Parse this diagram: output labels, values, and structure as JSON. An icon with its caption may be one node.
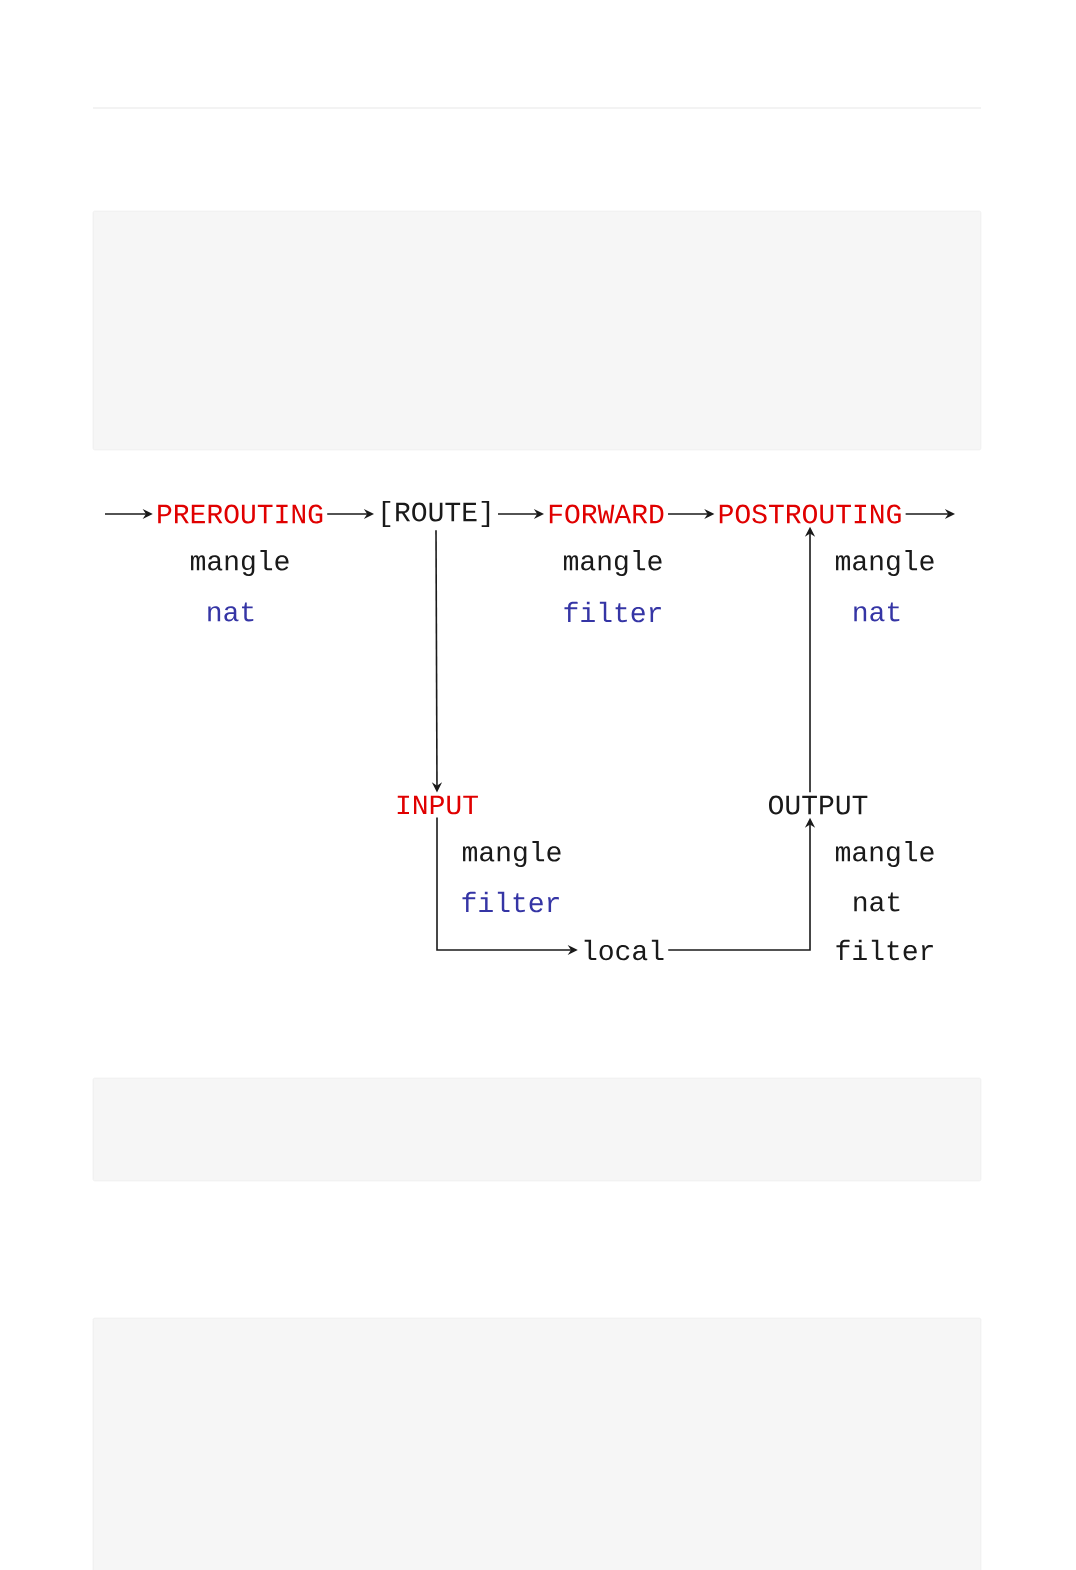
{
  "diagram": {
    "nodes": [
      {
        "text": [
          "PREROUTING"
        ],
        "beside": [
          "mangle",
          "nat"
        ]
      },
      {
        "text": [
          "[ROUTE]"
        ]
      },
      {
        "text": [
          "FORWARD"
        ],
        "beside": [
          "mangle",
          "filter"
        ]
      },
      {
        "text": [
          "POSTROUTING"
        ],
        "beside": [
          "mangle",
          "nat"
        ]
      },
      {
        "text": [
          "INPUT"
        ],
        "beside": [
          "mangle",
          "filter"
        ]
      },
      {
        "text": [
          "OUTPUT"
        ],
        "beside": [
          "mangle",
          "nat",
          "filter"
        ]
      },
      {
        "text": [
          "local"
        ]
      }
    ],
    "edges": [
      {
        "from": null,
        "to": 0,
        "arrow": "to"
      },
      {
        "from": 0,
        "to": 1,
        "arrow": "to"
      },
      {
        "from": 1,
        "to": 2,
        "arrow": "to"
      },
      {
        "from": 2,
        "to": 3,
        "arrow": "to"
      },
      {
        "from": 3,
        "to": null,
        "arrow": "to"
      },
      {
        "from": 1,
        "to": 4,
        "arrow": "to"
      },
      {
        "from": 4,
        "to": 6,
        "arrow": "to"
      },
      {
        "from": 6,
        "to": 5,
        "arrow": "to"
      },
      {
        "from": 5,
        "to": 3,
        "arrow": "to"
      }
    ]
  }
}
